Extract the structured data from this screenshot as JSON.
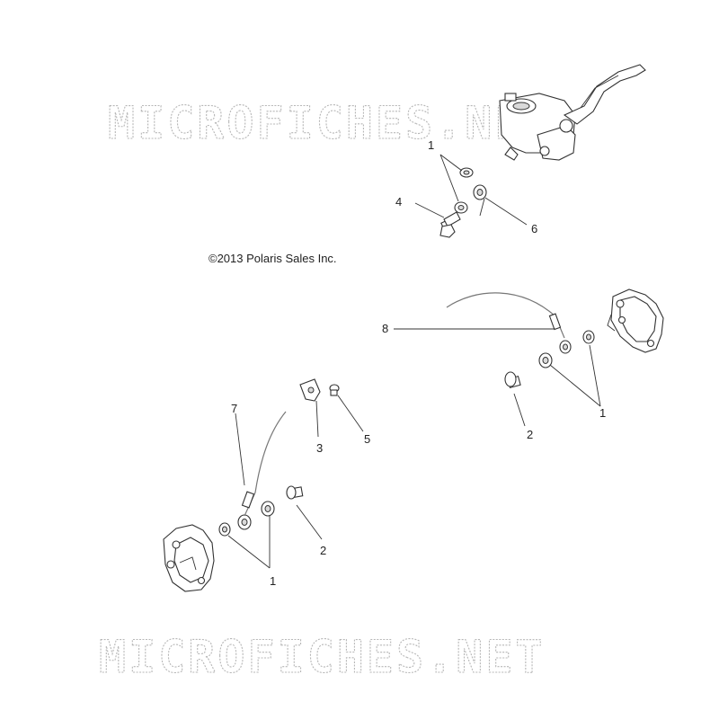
{
  "watermarks": [
    "MICROFICHES.NET",
    "MICROFICHES.NET"
  ],
  "copyright": "©2013 Polaris Sales Inc.",
  "callouts": {
    "c1_top": "1",
    "c4": "4",
    "c6": "6",
    "c8": "8",
    "c1_right": "1",
    "c2_right": "2",
    "c7": "7",
    "c3": "3",
    "c5": "5",
    "c2_left": "2",
    "c1_left": "1"
  },
  "colors": {
    "watermark": "#b7b7b7",
    "linework": "#333333"
  }
}
